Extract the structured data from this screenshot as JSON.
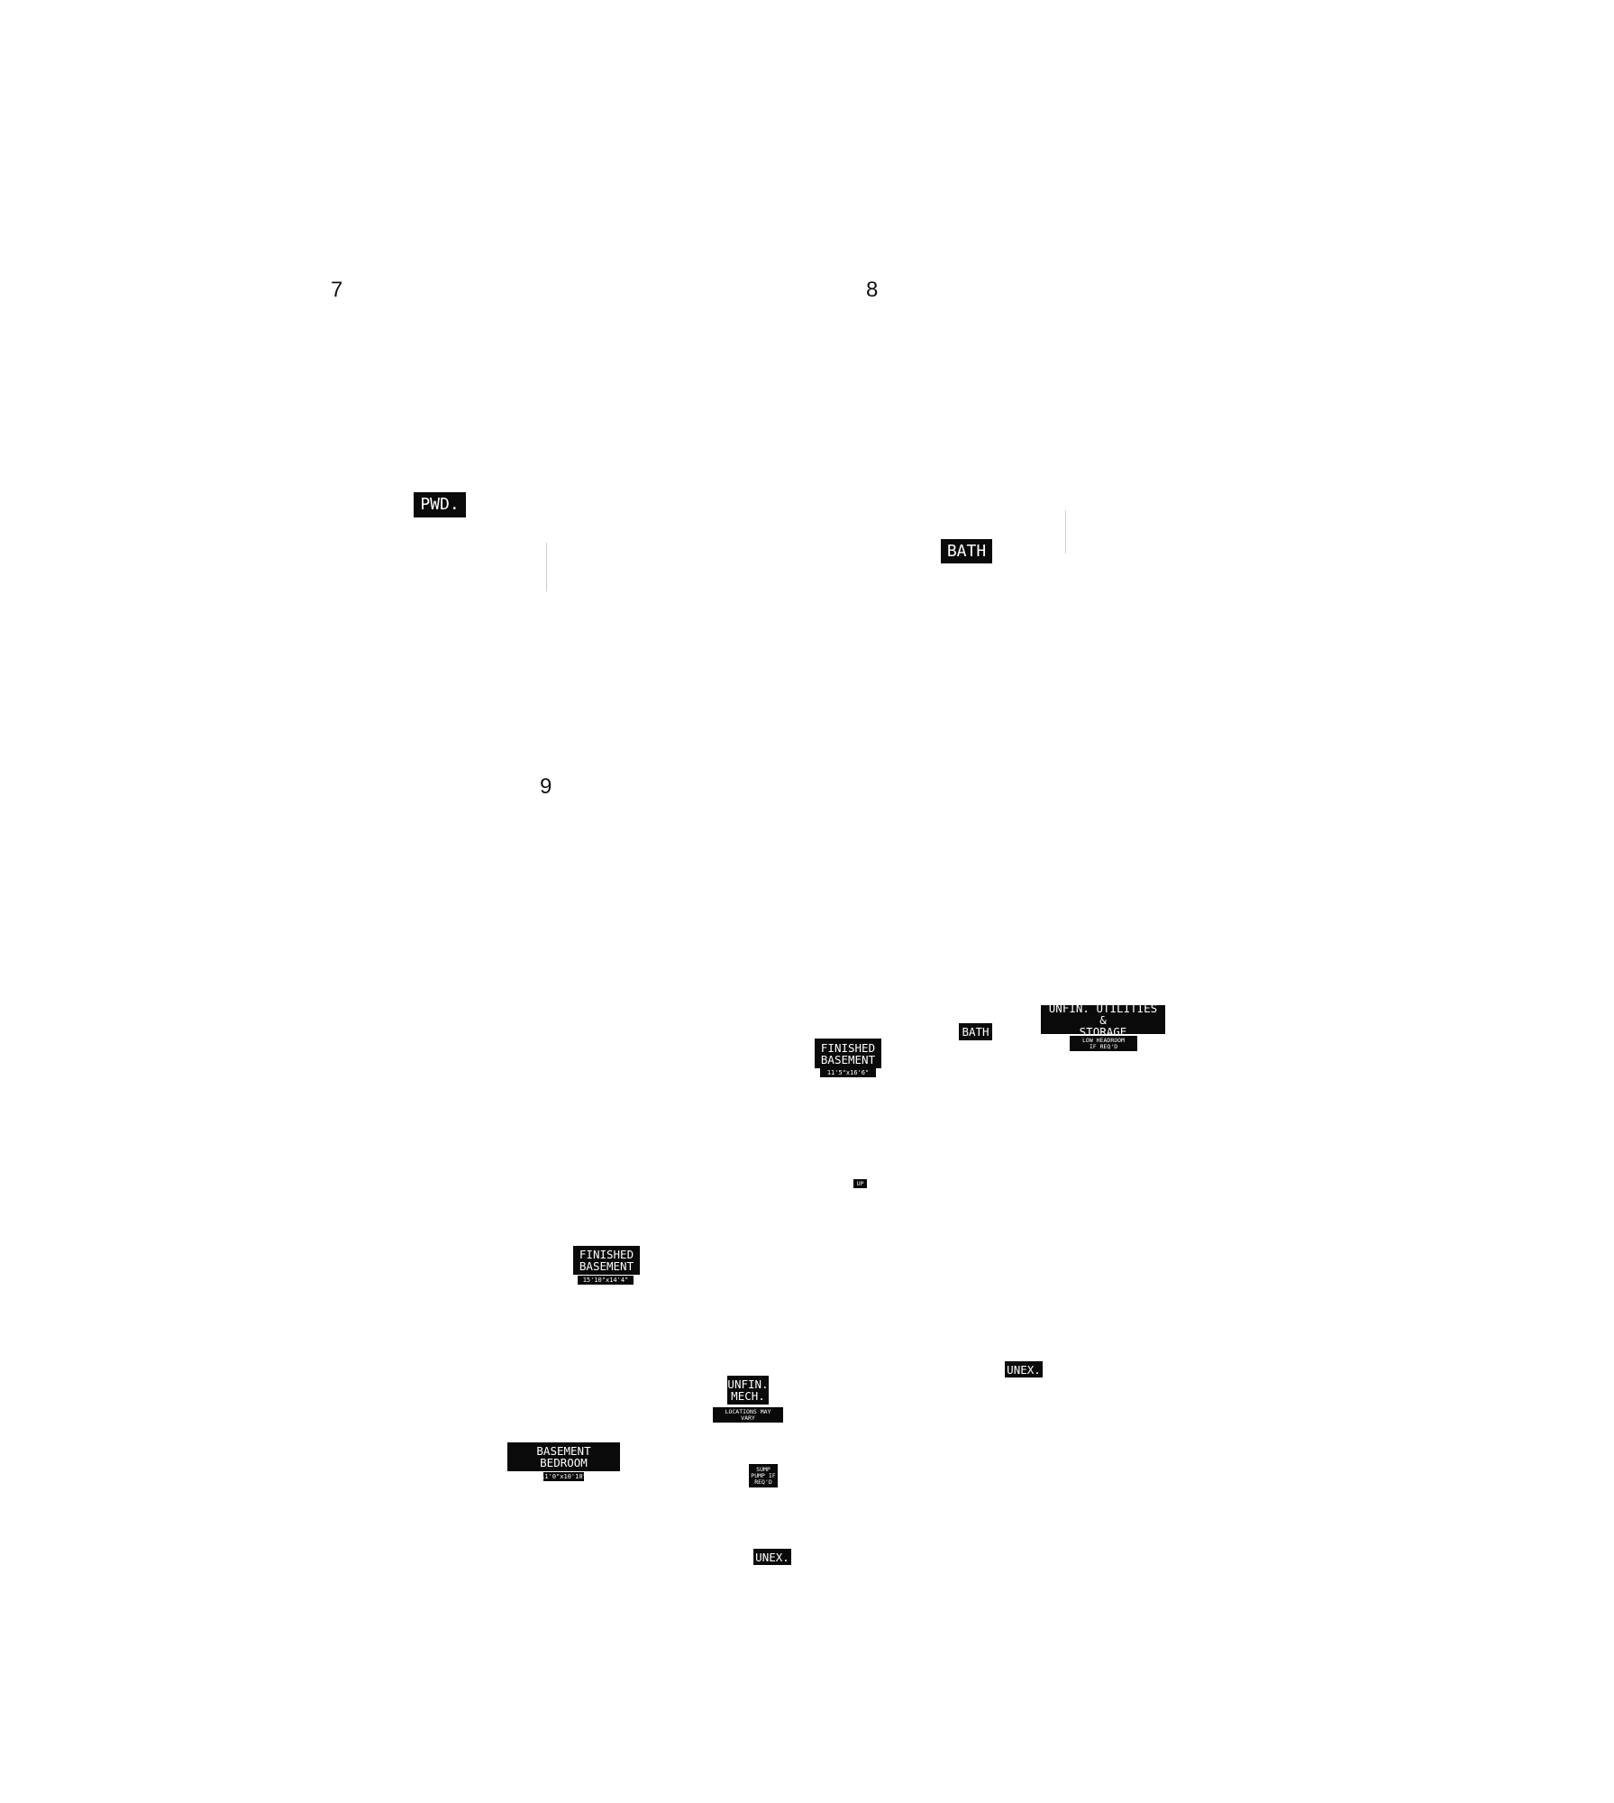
{
  "plan_numbers": {
    "seven": "7",
    "eight": "8",
    "nine": "9"
  },
  "plan_7": {
    "powder": "PWD."
  },
  "plan_8": {
    "bath": "BATH"
  },
  "plan_9": {
    "finished_basement_1": {
      "label": "FINISHED\nBASEMENT",
      "dimensions": "11'5\"x16'6\""
    },
    "bath": "BATH",
    "unfin_utilities": {
      "label": "UNFIN. UTILITIES &\nSTORAGE",
      "note": "LOW HEADROOM\nIF REQ'D"
    },
    "stair_up": "UP",
    "finished_basement_2": {
      "label": "FINISHED\nBASEMENT",
      "dimensions": "15'10\"x14'4\""
    },
    "unex_right": "UNEX.",
    "unfin_mech": {
      "label": "UNFIN.\nMECH.",
      "note": "LOCATIONS MAY\nVARY"
    },
    "basement_bedroom": {
      "label": "BASEMENT\nBEDROOM",
      "dimensions": "11'0\"x10'10\""
    },
    "sump_pump": "SUMP\nPUMP IF\nREQ'D",
    "unex_bottom": "UNEX."
  }
}
